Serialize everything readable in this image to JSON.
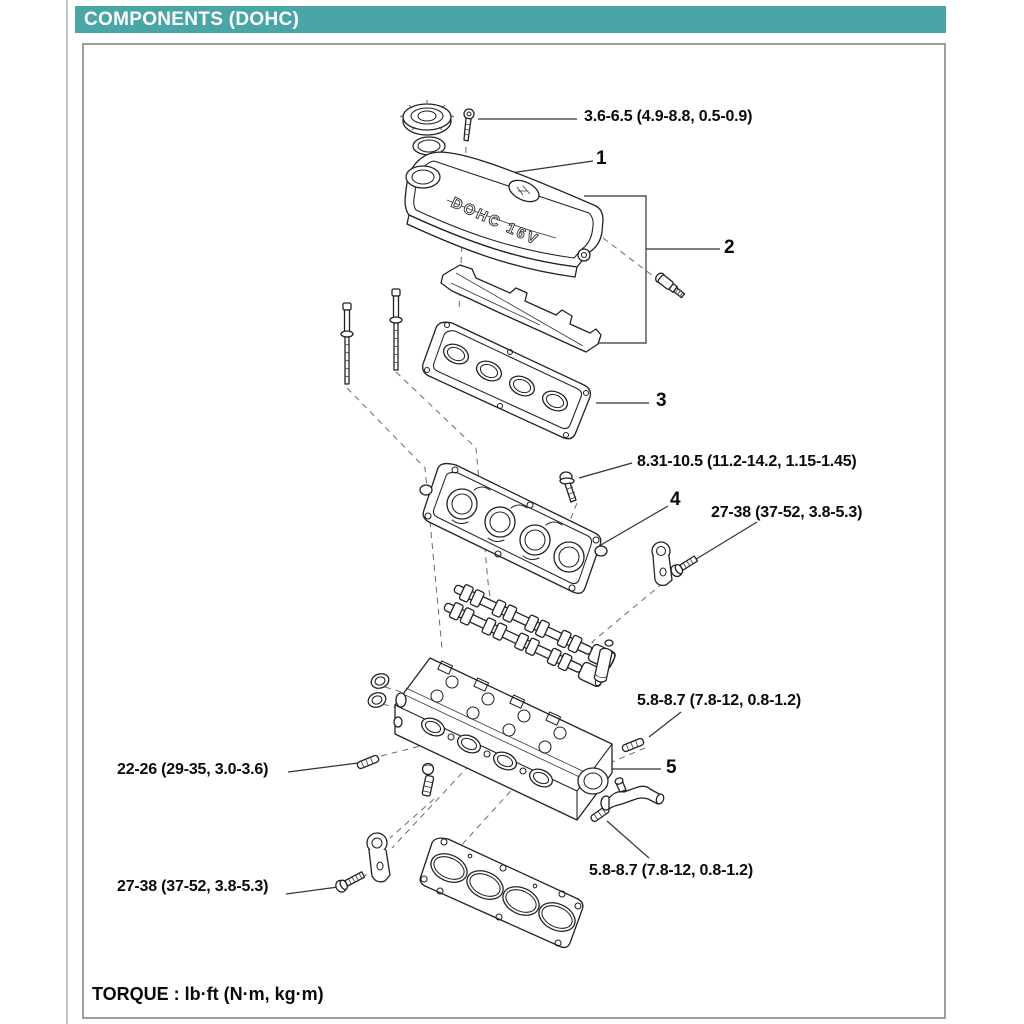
{
  "page": {
    "header_title": "COMPONENTS (DOHC)",
    "footer_note": "TORQUE : lb·ft (N·m, kg·m)"
  },
  "colors": {
    "header_bg": "#4aa5a6",
    "header_text": "#ffffff",
    "frame_border": "#9e9e9e",
    "line_art": "#222222"
  },
  "diagram": {
    "cover_marking": "DOHC 16V",
    "part_callouts": [
      {
        "number": "1",
        "target": "cylinder-head-cover"
      },
      {
        "number": "2",
        "target": "head-cover-sub-assembly"
      },
      {
        "number": "3",
        "target": "head-cover-gasket"
      },
      {
        "number": "4",
        "target": "camshaft-carrier"
      },
      {
        "number": "5",
        "target": "cylinder-head"
      }
    ],
    "torque_specs": [
      {
        "text": "3.6-6.5 (4.9-8.8, 0.5-0.9)",
        "target": "head-cover-bolt"
      },
      {
        "text": "8.31-10.5 (11.2-14.2, 1.15-1.45)",
        "target": "camshaft-carrier-bolt"
      },
      {
        "text": "27-38 (37-52, 3.8-5.3)",
        "target": "engine-hanger-bolt-upper"
      },
      {
        "text": "5.8-8.7 (7.8-12, 0.8-1.2)",
        "target": "cylinder-head-stud-upper"
      },
      {
        "text": "22-26 (29-35, 3.0-3.6)",
        "target": "cylinder-head-stud-left"
      },
      {
        "text": "27-38 (37-52, 3.8-5.3)",
        "target": "engine-hanger-bolt-lower"
      },
      {
        "text": "5.8-8.7 (7.8-12, 0.8-1.2)",
        "target": "cylinder-head-stud-lower"
      }
    ]
  }
}
